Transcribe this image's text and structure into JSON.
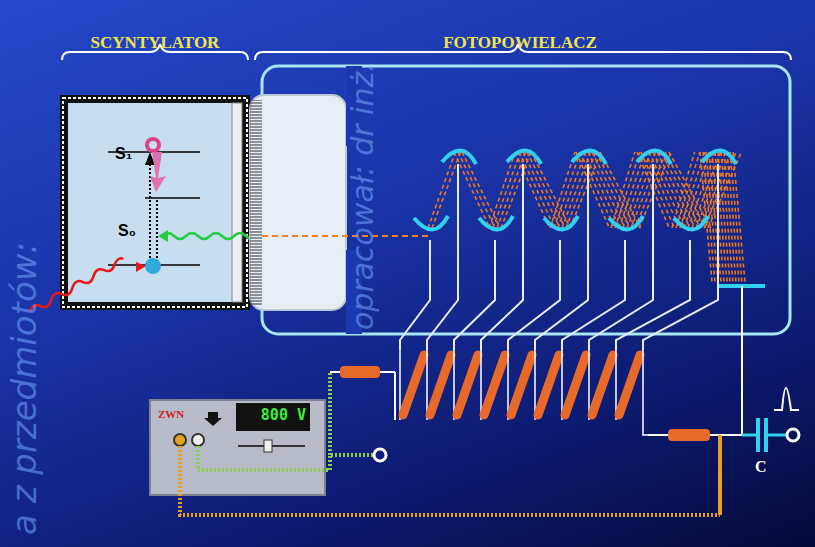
{
  "diagram": {
    "nodes": [
      {
        "text": [
          "SCYNTYLATOR",
          "S₁",
          "S₀"
        ]
      },
      {
        "text": [
          "FOTOPOWIELACZ"
        ]
      },
      {
        "text": [
          "ZWN",
          "800 V"
        ]
      }
    ],
    "labels": [
      "C",
      "opracował: dr inż.",
      "a z przedmiotów:"
    ]
  }
}
